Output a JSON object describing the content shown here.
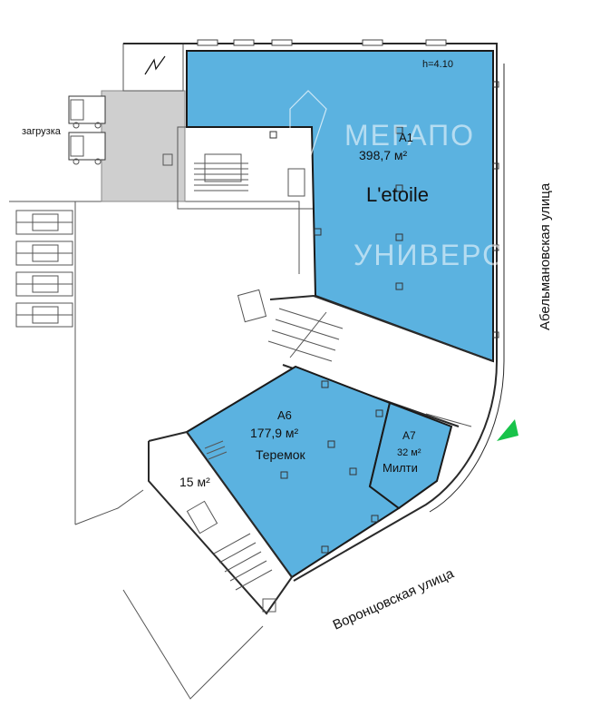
{
  "units": [
    {
      "id": "A1",
      "area": "398,7 м²",
      "tenant": "L'etoile"
    },
    {
      "id": "A6",
      "area": "177,9 м²",
      "tenant": "Теремок"
    },
    {
      "id": "A7",
      "area": "32 м²",
      "tenant": "Милти"
    }
  ],
  "ceiling_height": "h=4.10",
  "small_room_area": "15 м²",
  "loading_label": "загрузка",
  "streets": {
    "east": "Абельмановская улица",
    "south": "Воронцовская улица"
  },
  "watermark": [
    "МЕГАПО",
    "УНИВЕРС"
  ],
  "colors": {
    "unit_fill": "#5bb2e0",
    "entrance_marker": "#18c34a",
    "service_area": "#cfcfcf"
  },
  "icons": {
    "north": "north-arrow-icon",
    "entrance": "entrance-marker-icon",
    "car": "car-icon",
    "truck": "truck-icon"
  }
}
